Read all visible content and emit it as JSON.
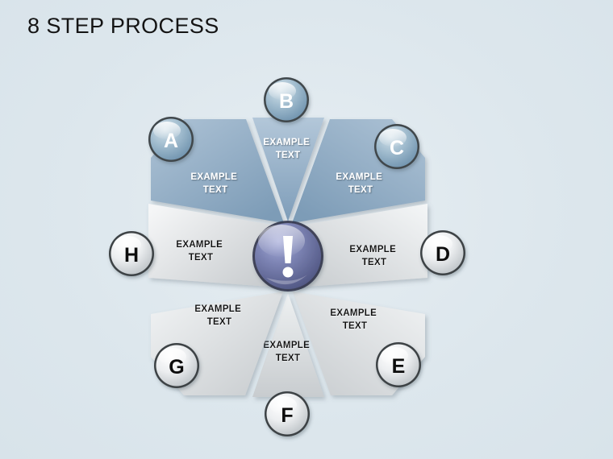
{
  "slide": {
    "title": "8 STEP PROCESS",
    "background_color": "#dfe8ee"
  },
  "colors": {
    "background": "#dfe8ee",
    "title_text": "#141414",
    "blue_wedge_light": "#a9c0d4",
    "blue_wedge_dark": "#7c9cb8",
    "gray_wedge_light": "#f2f4f5",
    "gray_wedge_dark": "#c6cacc",
    "gap": "#e9f0f4",
    "center_sphere_light": "#9ba2cd",
    "center_sphere_dark": "#4f5584",
    "blue_node_light": "#b9cfdd",
    "blue_node_dark": "#6e93ad",
    "gray_node_light": "#fdfdfd",
    "gray_node_dark": "#bcc2c6",
    "node_ring": "#3b3f42"
  },
  "center": {
    "icon": "exclamation-icon",
    "glyph": "!"
  },
  "diagram": {
    "type": "octagon-process-wheel",
    "step_count": 8,
    "steps": [
      {
        "letter": "A",
        "label_line1": "EXAMPLE",
        "label_line2": "TEXT",
        "tone": "blue"
      },
      {
        "letter": "B",
        "label_line1": "EXAMPLE",
        "label_line2": "TEXT",
        "tone": "blue"
      },
      {
        "letter": "C",
        "label_line1": "EXAMPLE",
        "label_line2": "TEXT",
        "tone": "blue"
      },
      {
        "letter": "D",
        "label_line1": "EXAMPLE",
        "label_line2": "TEXT",
        "tone": "gray"
      },
      {
        "letter": "E",
        "label_line1": "EXAMPLE",
        "label_line2": "TEXT",
        "tone": "gray"
      },
      {
        "letter": "F",
        "label_line1": "EXAMPLE",
        "label_line2": "TEXT",
        "tone": "gray"
      },
      {
        "letter": "G",
        "label_line1": "EXAMPLE",
        "label_line2": "TEXT",
        "tone": "gray"
      },
      {
        "letter": "H",
        "label_line1": "EXAMPLE",
        "label_line2": "TEXT",
        "tone": "gray"
      }
    ]
  }
}
